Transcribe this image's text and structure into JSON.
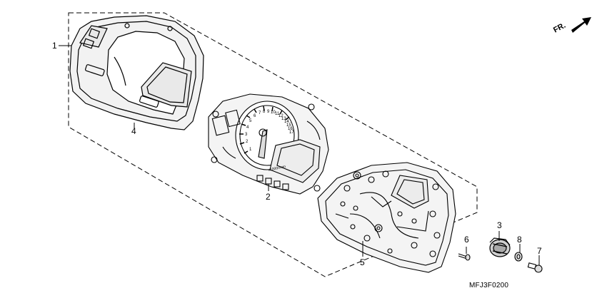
{
  "diagram": {
    "direction_marker": "FR.",
    "drawing_code": "MFJ3F0200",
    "parts": [
      {
        "ref": "1"
      },
      {
        "ref": "2"
      },
      {
        "ref": "3"
      },
      {
        "ref": "4"
      },
      {
        "ref": "5"
      },
      {
        "ref": "6"
      },
      {
        "ref": "7"
      },
      {
        "ref": "8"
      }
    ],
    "meter_face_text": {
      "tach_numbers": [
        "1",
        "2",
        "3",
        "4",
        "5",
        "6",
        "7",
        "8",
        "9",
        "10",
        "11",
        "12",
        "13",
        "14",
        "15",
        "16",
        "17"
      ],
      "lcd_print": "x1000r/min"
    }
  }
}
